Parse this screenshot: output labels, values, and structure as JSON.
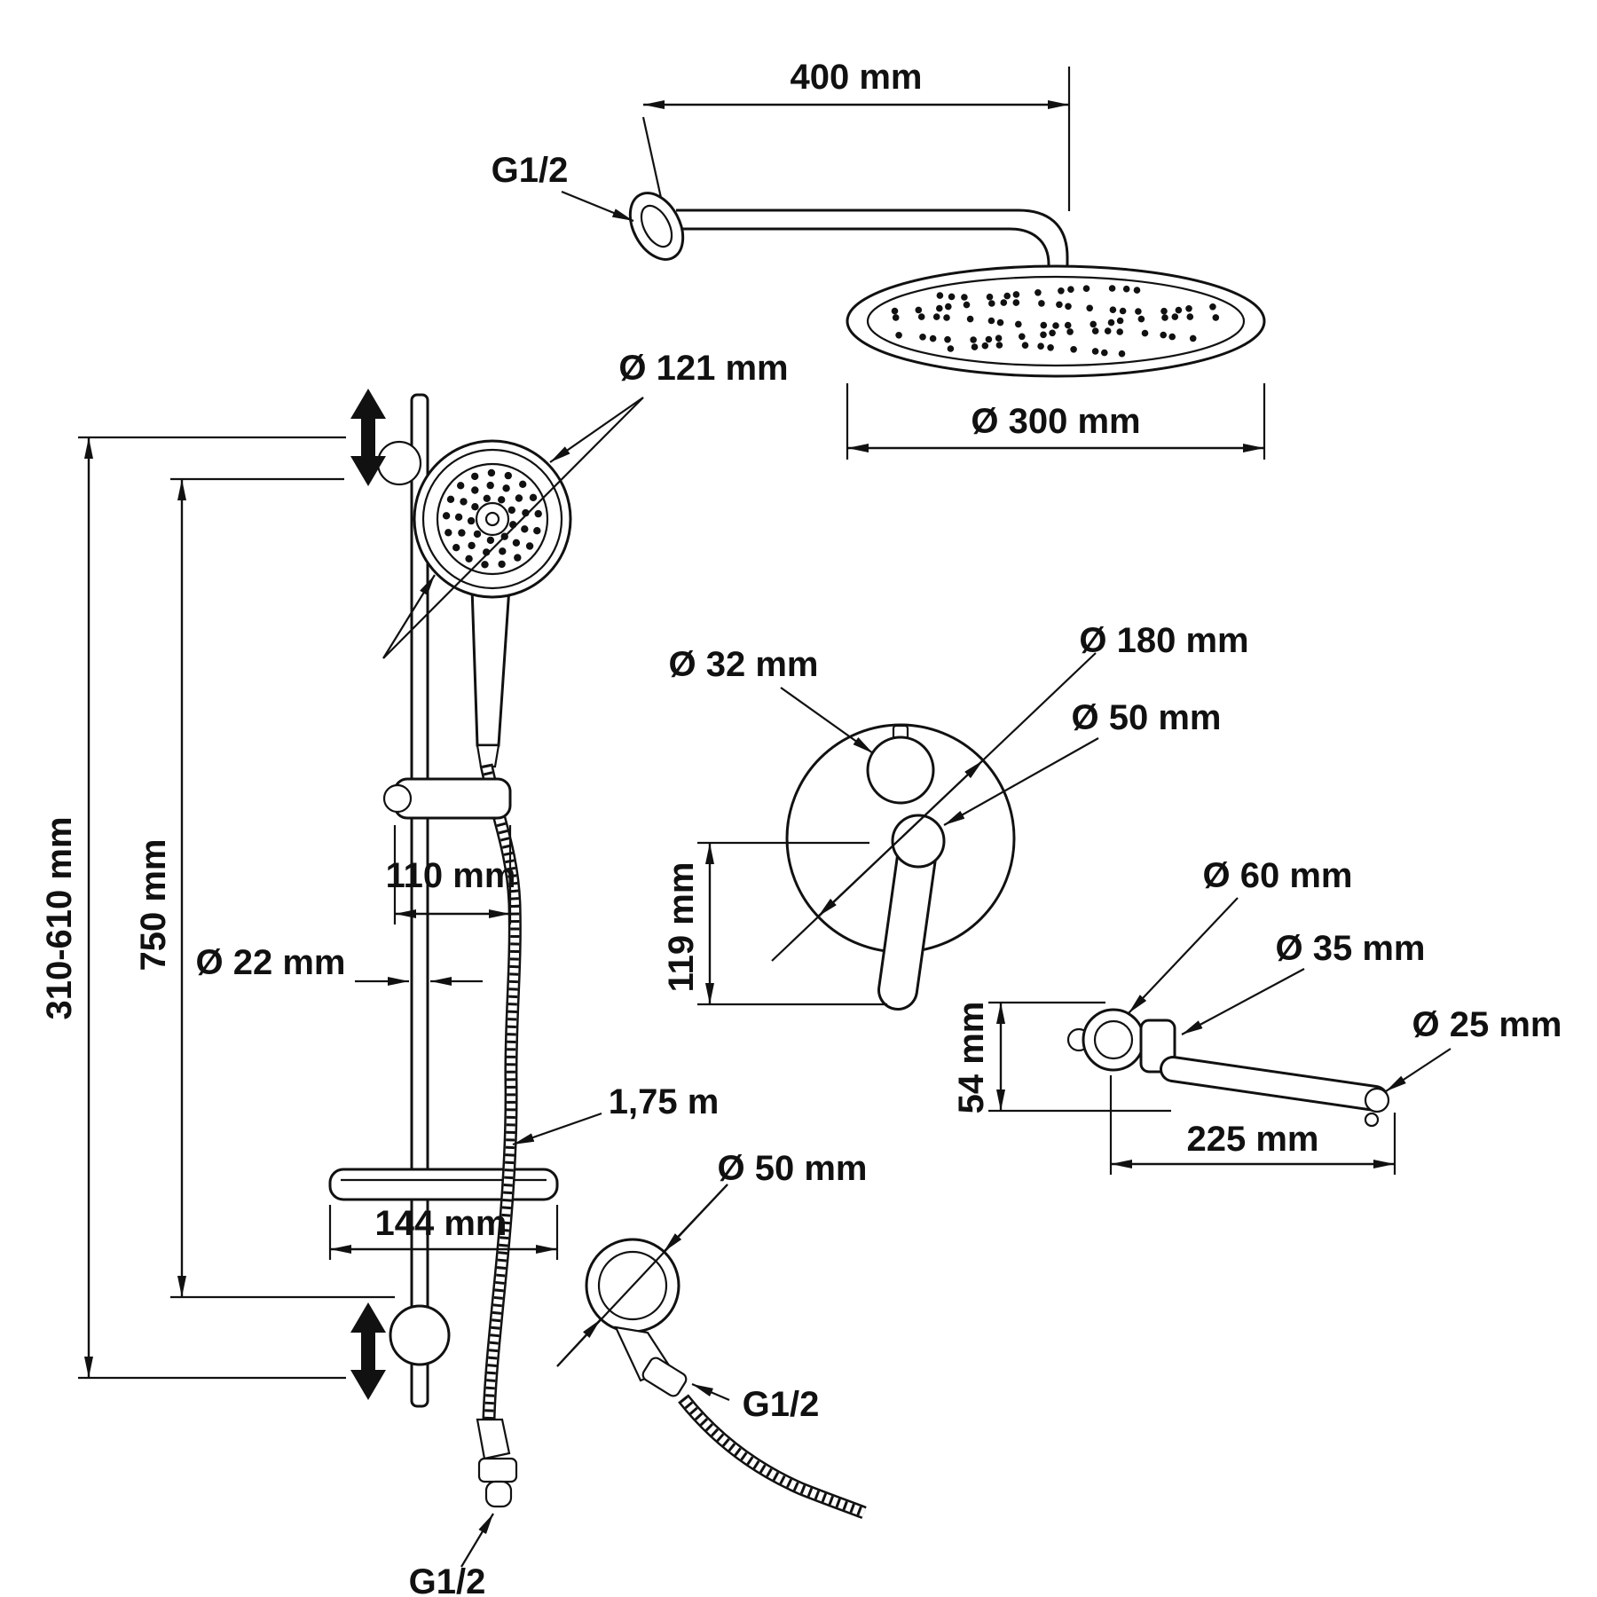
{
  "drawing": {
    "type": "technical-dimension-drawing",
    "subject": "shower-system",
    "colors": {
      "line": "#111111",
      "background": "#ffffff"
    }
  },
  "labels": {
    "dim_400": "400 mm",
    "g12_arm": "G1/2",
    "dia_300": "Ø 300 mm",
    "dia_121": "Ø 121 mm",
    "dim_310_610": "310-610 mm",
    "dim_750": "750 mm",
    "dim_110": "110 mm",
    "dia_22": "Ø 22 mm",
    "hose_length": "1,75 m",
    "dim_144": "144 mm",
    "g12_hose": "G1/2",
    "dia_32": "Ø 32 mm",
    "dia_180": "Ø 180 mm",
    "dia_50_valve": "Ø 50 mm",
    "dim_119": "119 mm",
    "dia_60": "Ø 60 mm",
    "dia_35": "Ø 35 mm",
    "dia_25": "Ø 25 mm",
    "dim_54": "54 mm",
    "dim_225": "225 mm",
    "dia_50_outlet": "Ø 50 mm",
    "g12_outlet": "G1/2"
  }
}
